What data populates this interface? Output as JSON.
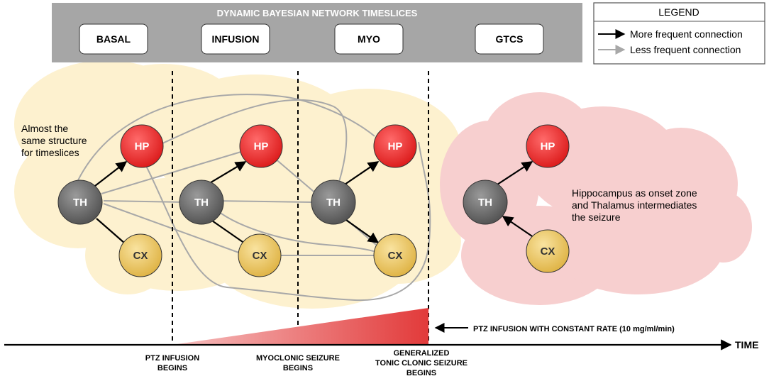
{
  "header": {
    "title": "DYNAMIC BAYESIAN NETWORK TIMESLICES",
    "timeslices": [
      "BASAL",
      "INFUSION",
      "MYO",
      "GTCS"
    ]
  },
  "legend": {
    "title": "LEGEND",
    "more": "More frequent connection",
    "less": "Less frequent connection"
  },
  "nodes": {
    "th": "TH",
    "hp": "HP",
    "cx": "CX"
  },
  "annotations": {
    "left_line1": "Almost the",
    "left_line2": "same structure",
    "left_line3": "for timeslices",
    "right_line1": "Hippocampus as onset zone",
    "right_line2": "and Thalamus intermediates",
    "right_line3": "the seizure"
  },
  "timeline": {
    "time_label": "TIME",
    "infusion_label": "PTZ INFUSION WITH CONSTANT RATE (10 mg/ml/min)",
    "event1_line1": "PTZ INFUSION",
    "event1_line2": "BEGINS",
    "event2_line1": "MYOCLONIC SEIZURE",
    "event2_line2": "BEGINS",
    "event3_line1": "GENERALIZED",
    "event3_line2": "TONIC CLONIC SEIZURE",
    "event3_line3": "BEGINS"
  },
  "colors": {
    "yellow_cloud": "#fdf1cf",
    "pink_cloud": "#f7cfcf",
    "header_bg": "#a6a6a6",
    "th_node": "#6b6b6b",
    "hp_node": "#ee2a2a",
    "cx_node": "#e9c25a",
    "strong_edge": "#000000",
    "weak_edge": "#a8a8a8"
  }
}
